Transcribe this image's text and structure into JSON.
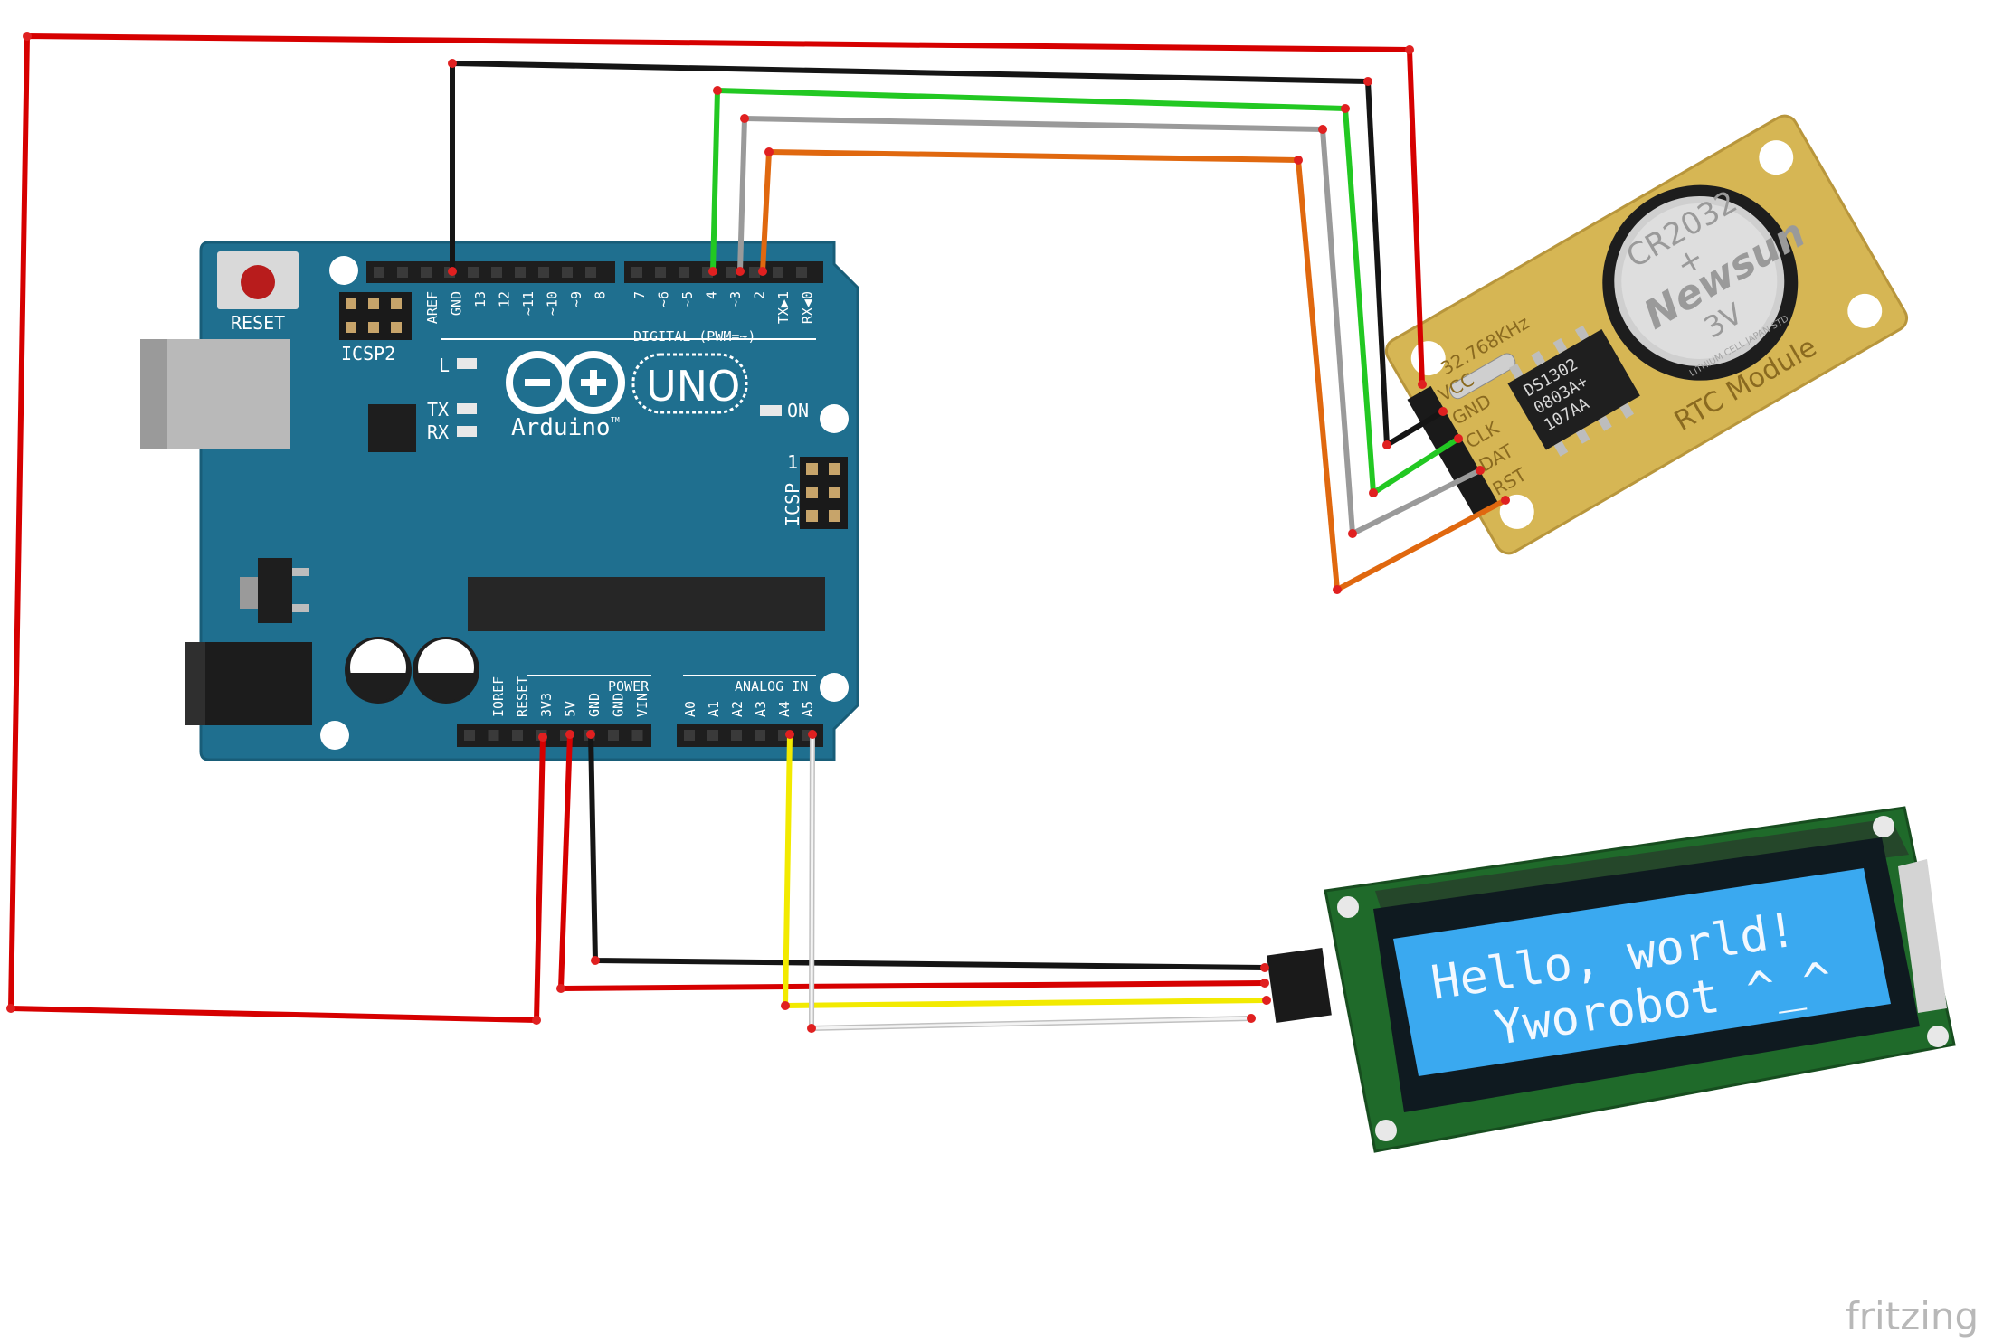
{
  "arduino": {
    "reset_label": "RESET",
    "icsp2_label": "ICSP2",
    "icsp_label": "ICSP",
    "icsp_pin1": "1",
    "led_l": "L",
    "led_tx": "TX",
    "led_rx": "RX",
    "on_label": "ON",
    "brand": "Arduino",
    "tm": "TM",
    "model": "UNO",
    "digital_label": "DIGITAL (PWM=~)",
    "power_label": "POWER",
    "analog_label": "ANALOG IN",
    "top_pins": [
      "AREF",
      "GND",
      "13",
      "12",
      "~11",
      "~10",
      "~9",
      "8",
      "7",
      "~6",
      "~5",
      "4",
      "~3",
      "2",
      "TX▶1",
      "RX◀0"
    ],
    "power_pins": [
      "IOREF",
      "RESET",
      "3V3",
      "5V",
      "GND",
      "GND",
      "VIN"
    ],
    "analog_pins": [
      "A0",
      "A1",
      "A2",
      "A3",
      "A4",
      "A5"
    ]
  },
  "rtc": {
    "battery_type": "CR2032",
    "battery_brand": "Newsun",
    "battery_voltage": "3V",
    "battery_small": "LITHIUM CELL JAPAN STD",
    "crystal": "32.768KHz",
    "chip_lines": [
      "DS1302",
      "0803A+",
      "107AA"
    ],
    "board_label": "RTC Module",
    "pins": [
      "VCC",
      "GND",
      "CLK",
      "DAT",
      "RST"
    ]
  },
  "lcd": {
    "line1": "Hello, world!",
    "line2": "Yworobot ^_^"
  },
  "footer": {
    "brand": "fritzing"
  },
  "colors": {
    "board": "#1f6f8f",
    "board_dark": "#17586f",
    "wire_red": "#d60000",
    "wire_black": "#151515",
    "wire_green": "#22c822",
    "wire_gray": "#9a9a9a",
    "wire_orange": "#e0680f",
    "wire_yellow": "#f2ea00",
    "wire_white": "#e8e8e8",
    "lcd_screen": "#3aa9f0",
    "lcd_pcb": "#1f6a2a",
    "rtc_pcb": "#d8b85a"
  }
}
